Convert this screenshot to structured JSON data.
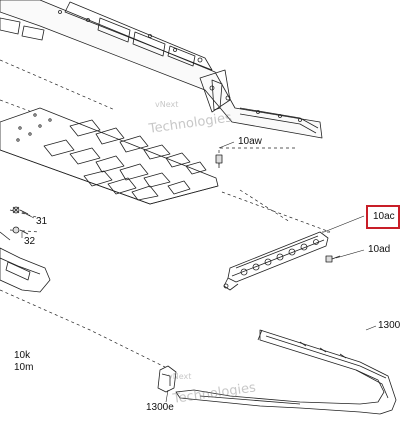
{
  "callouts": {
    "c10aw": "10aw",
    "c10ac": "10ac",
    "c10ad": "10ad",
    "c31": "31",
    "c32": "32",
    "c1300": "1300",
    "c10k": "10k",
    "c10m": "10m",
    "c1300e": "1300e"
  },
  "watermark": {
    "line1": "vNext",
    "line2": "Technologies",
    "full": "vNext Technologies"
  },
  "colors": {
    "line": "#222222",
    "highlight": "#c81e28"
  }
}
